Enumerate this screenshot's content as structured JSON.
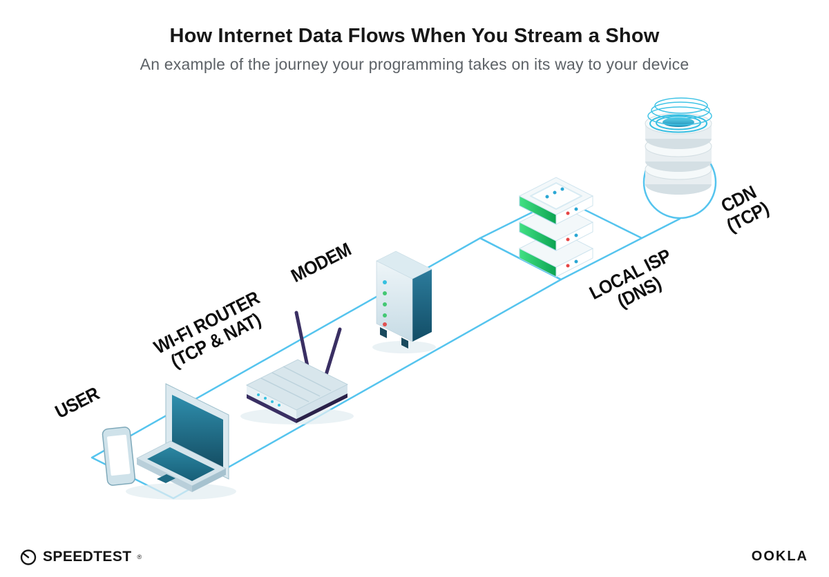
{
  "header": {
    "title": "How Internet Data Flows When You Stream a Show",
    "subtitle": "An example of the journey your programming takes on its way to your device"
  },
  "diagram": {
    "flow_order": [
      "USER",
      "WI-FI ROUTER",
      "MODEM",
      "LOCAL ISP",
      "CDN"
    ],
    "nodes": [
      {
        "id": "user",
        "label": "USER",
        "sub": ""
      },
      {
        "id": "wifi-router",
        "label": "WI-FI ROUTER",
        "sub": "(TCP & NAT)"
      },
      {
        "id": "modem",
        "label": "MODEM",
        "sub": ""
      },
      {
        "id": "local-isp",
        "label": "LOCAL ISP",
        "sub": "(DNS)"
      },
      {
        "id": "cdn",
        "label": "CDN",
        "sub": "(TCP)"
      }
    ],
    "icons": [
      "phone-icon",
      "laptop-icon",
      "wifi-router-icon",
      "modem-icon",
      "isp-server-stack-icon",
      "cdn-database-icon"
    ],
    "line_color": "#55c4ee"
  },
  "footer": {
    "speedtest": {
      "label": "SPEEDTEST",
      "mark": "®"
    },
    "ookla": {
      "label": "OOKLA"
    }
  },
  "palette": {
    "line": "#55c4ee",
    "teal_dark": "#1d6a84",
    "green": "#2fd06d",
    "indigo": "#3a2f63",
    "background": "#ffffff",
    "text": "#171717",
    "subtitle_text": "#5d6267"
  }
}
